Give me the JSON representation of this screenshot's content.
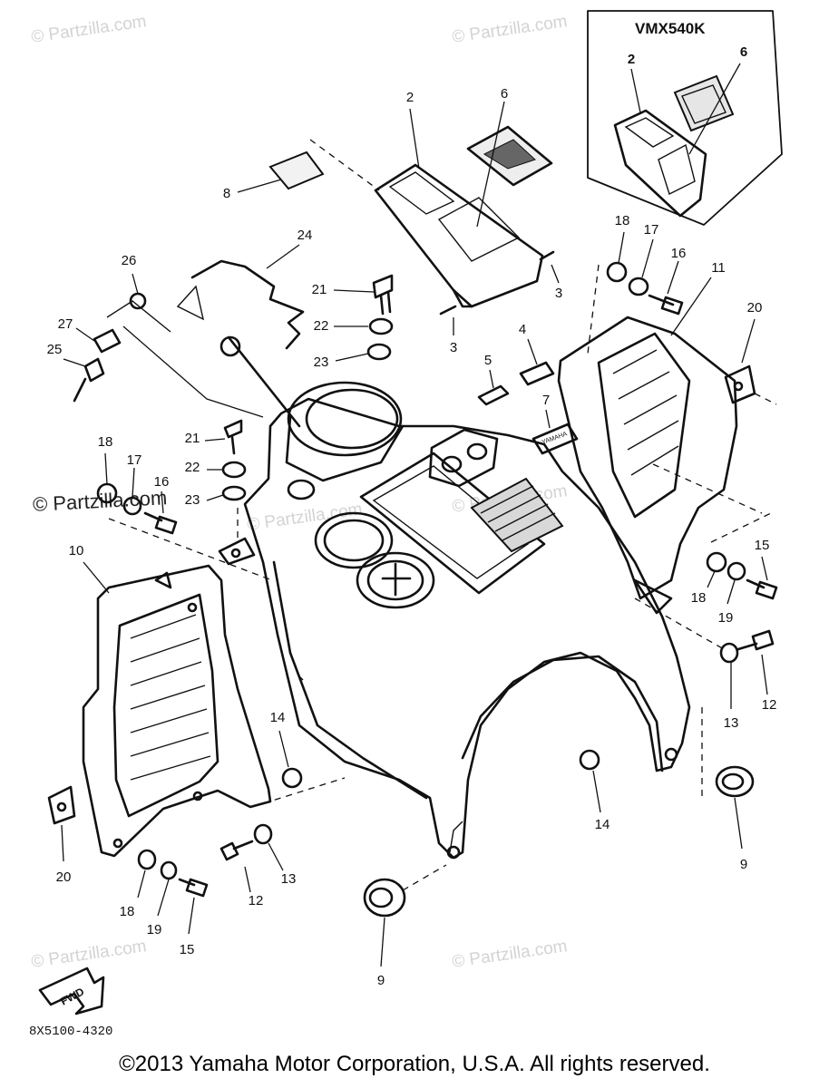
{
  "inset": {
    "title": "VMX540K"
  },
  "diagram_code": "8X5100-4320",
  "direction_label": "FWD",
  "copyright": "©2013  Yamaha Motor Corporation, U.S.A. All rights reserved.",
  "watermarks": [
    "© Partzilla.com",
    "© Partzilla.com",
    "© Partzilla.com",
    "© Partzilla.com",
    "© Partzilla.com",
    "© Partzilla.com",
    "© Partzilla.com"
  ],
  "emblem_text": "YAMAHA",
  "callouts": [
    "2",
    "6",
    "8",
    "24",
    "26",
    "21",
    "22",
    "23",
    "27",
    "25",
    "3",
    "3",
    "5",
    "4",
    "7",
    "18",
    "17",
    "16",
    "11",
    "20",
    "21",
    "22",
    "23",
    "18",
    "17",
    "16",
    "10",
    "15",
    "18",
    "19",
    "13",
    "12",
    "14",
    "14",
    "9",
    "20",
    "12",
    "13",
    "18",
    "19",
    "15",
    "9",
    "2",
    "6"
  ]
}
